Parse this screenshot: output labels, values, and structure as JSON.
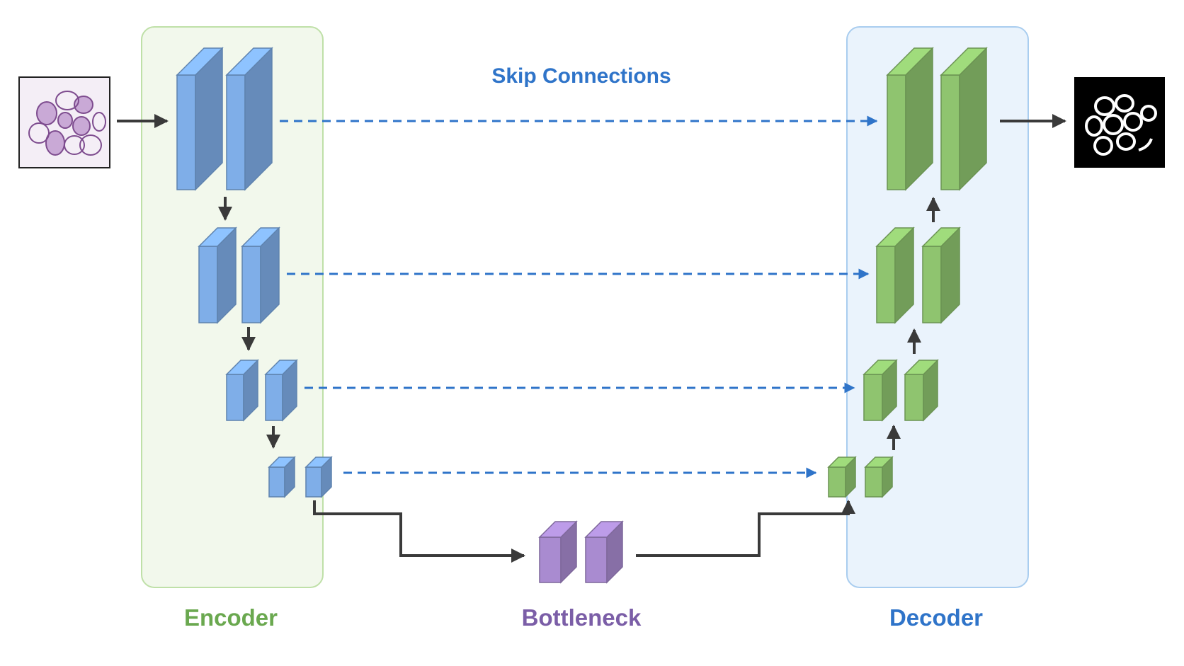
{
  "labels": {
    "skip": "Skip Connections",
    "encoder": "Encoder",
    "bottleneck": "Bottleneck",
    "decoder": "Decoder"
  },
  "colors": {
    "encoder_block": "#7faee8",
    "decoder_block": "#8fc46f",
    "bottleneck_block": "#a98bd0",
    "encoder_panel": "#f2f8ec",
    "decoder_panel": "#eaf3fc",
    "skip_arrow": "#2f74c9",
    "flow_arrow": "#3a3a3a",
    "encoder_text": "#6aa84f",
    "bottleneck_text": "#7b5ea7",
    "decoder_text": "#2f74c9"
  },
  "icons": [
    "input-histology-image",
    "output-segmentation-mask"
  ]
}
